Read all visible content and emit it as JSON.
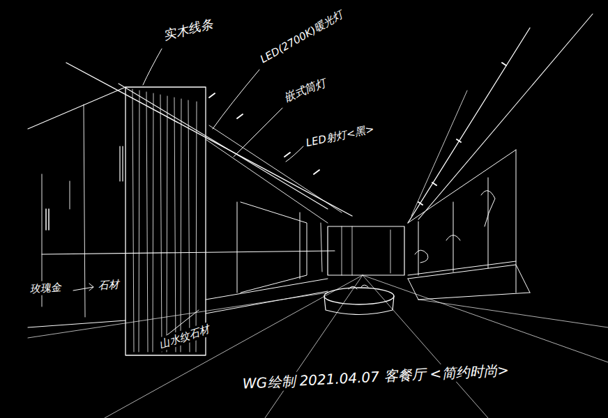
{
  "diagram": {
    "labels": [
      "实木线条",
      "LED(2700K)暖光灯",
      "嵌式筒灯",
      "LED射灯<黑>",
      "玫瑰金",
      "石材",
      "山水纹石材",
      "WG绘制 2021.04.07 客餐厅 <简约时尚>"
    ]
  }
}
